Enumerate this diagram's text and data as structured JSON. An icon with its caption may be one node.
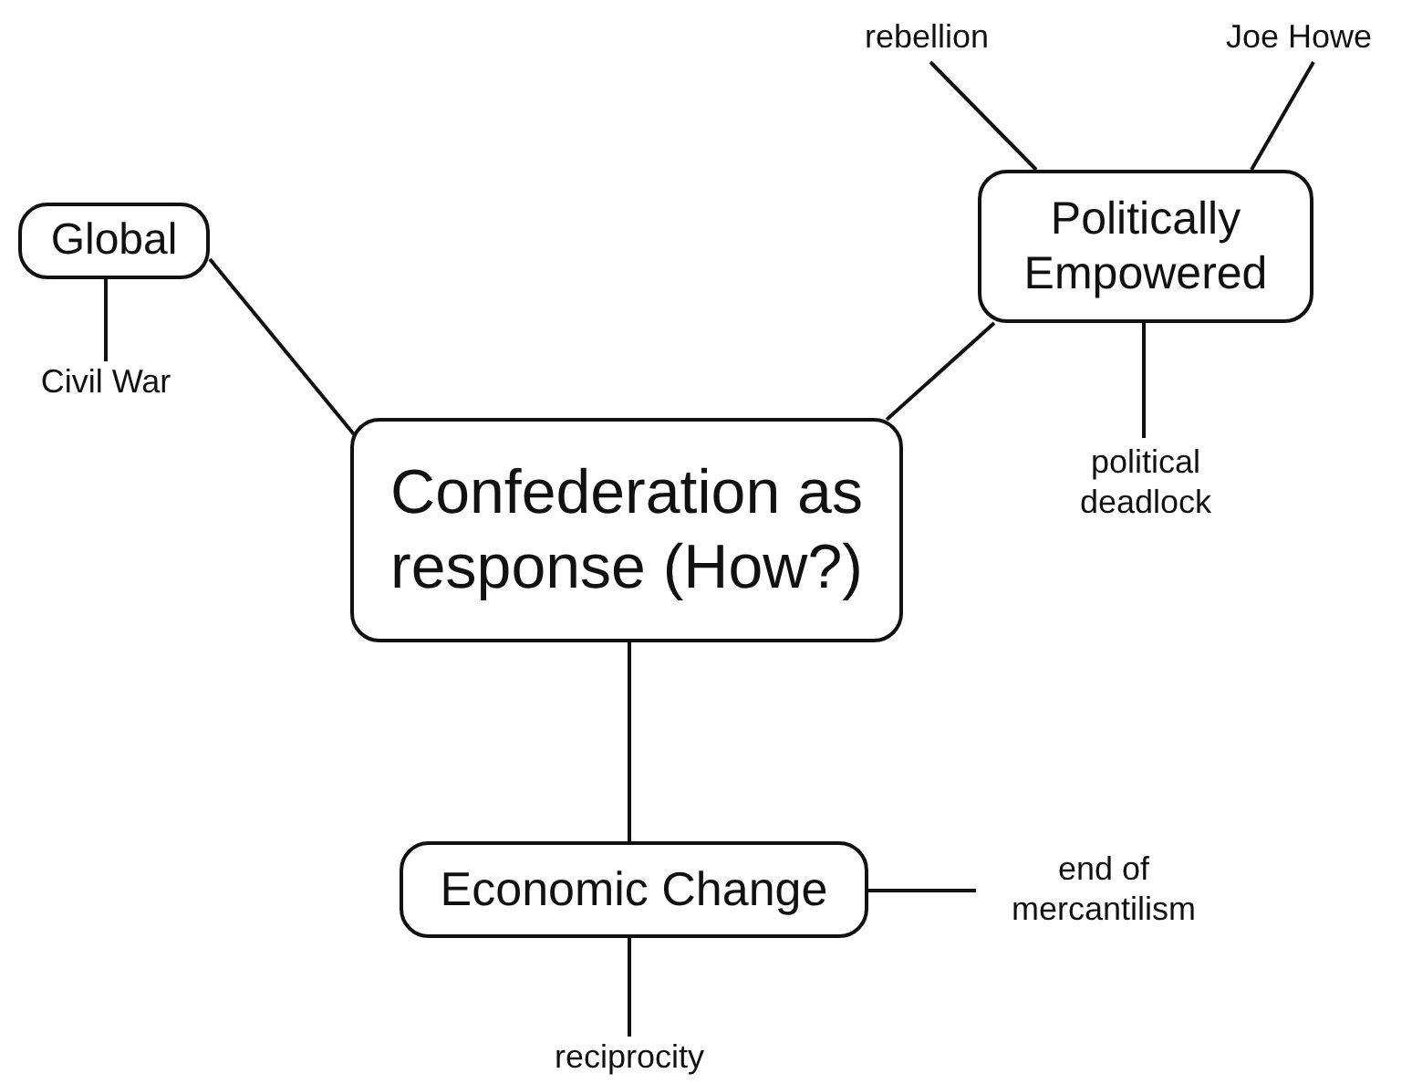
{
  "diagram": {
    "nodes": [
      {
        "text": [
          "Confederation as response (How?)"
        ]
      },
      {
        "text": [
          "Global"
        ]
      },
      {
        "text": [
          "Civil War"
        ]
      },
      {
        "text": [
          "Politically Empowered"
        ]
      },
      {
        "text": [
          "rebellion"
        ]
      },
      {
        "text": [
          "Joe Howe"
        ]
      },
      {
        "text": [
          "political deadlock"
        ]
      },
      {
        "text": [
          "Economic Change"
        ]
      },
      {
        "text": [
          "end of mercantilism"
        ]
      },
      {
        "text": [
          "reciprocity"
        ]
      }
    ],
    "edges": [
      {
        "from": 0,
        "to": 1,
        "arrow": "none"
      },
      {
        "from": 0,
        "to": 3,
        "arrow": "none"
      },
      {
        "from": 0,
        "to": 7,
        "arrow": "none"
      },
      {
        "from": 1,
        "to": 2,
        "arrow": "none"
      },
      {
        "from": 3,
        "to": 4,
        "arrow": "none"
      },
      {
        "from": 3,
        "to": 5,
        "arrow": "none"
      },
      {
        "from": 3,
        "to": 6,
        "arrow": "none"
      },
      {
        "from": 7,
        "to": 8,
        "arrow": "none"
      },
      {
        "from": 7,
        "to": 9,
        "arrow": "none"
      }
    ]
  }
}
